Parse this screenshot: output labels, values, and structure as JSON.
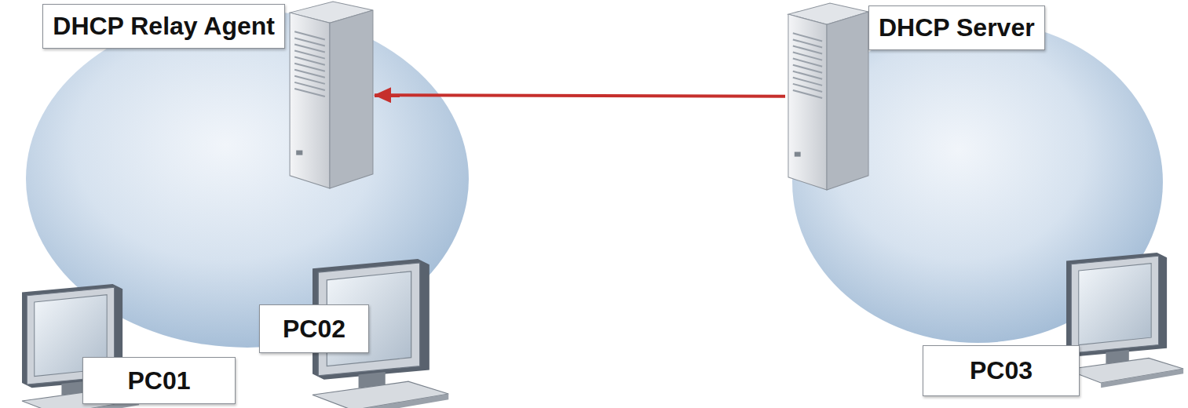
{
  "diagram": {
    "nodes": [
      {
        "text": [
          "DHCP Relay Agent"
        ]
      },
      {
        "text": [
          "DHCP Server"
        ]
      },
      {
        "text": [
          "PC01"
        ]
      },
      {
        "text": [
          "PC02"
        ]
      },
      {
        "text": [
          "PC03"
        ]
      }
    ],
    "edges": [
      {
        "from": 1,
        "to": 0,
        "arrow": "to"
      }
    ]
  }
}
